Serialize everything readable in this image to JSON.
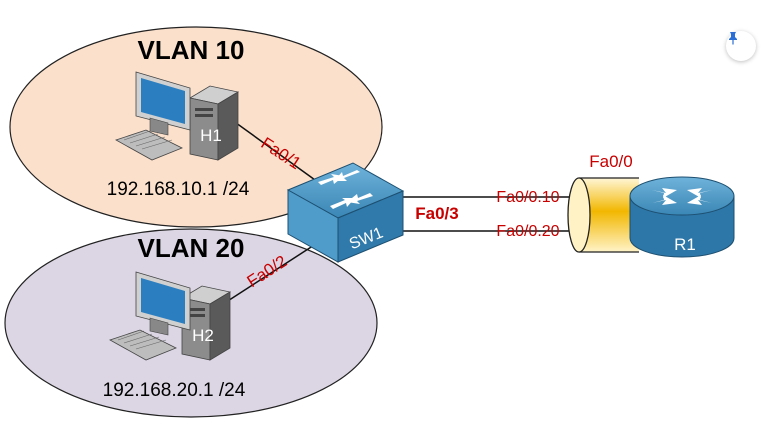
{
  "vlans": [
    {
      "title": "VLAN 10",
      "host": "H1",
      "ip": "192.168.10.1 /24",
      "port": "Fa0/1",
      "color": "#fbe0cc"
    },
    {
      "title": "VLAN 20",
      "host": "H2",
      "ip": "192.168.20.1 /24",
      "port": "Fa0/2",
      "color": "#dcd6e4"
    }
  ],
  "switch": {
    "label": "SW1",
    "trunk_port": "Fa0/3"
  },
  "router": {
    "label": "R1",
    "interface": "Fa0/0",
    "subinterfaces": [
      "Fa0/0.10",
      "Fa0/0.20"
    ]
  },
  "pin": {
    "icon": "pin-icon"
  },
  "colors": {
    "port_label": "#c80000",
    "device_blue": "#3d85b0",
    "trunk_tube": "#f2b700"
  }
}
